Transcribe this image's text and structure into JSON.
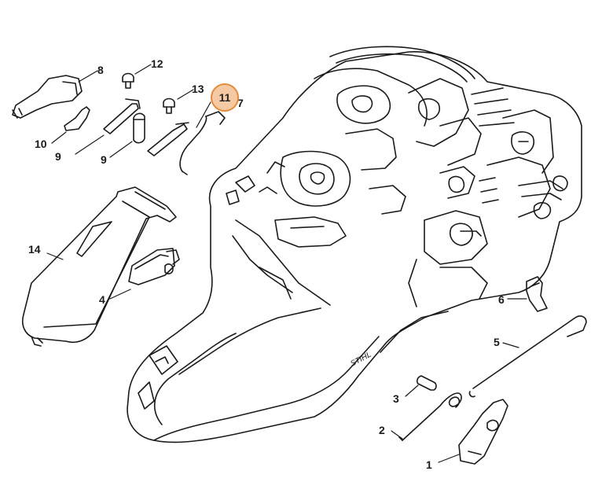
{
  "diagram": {
    "brand_mark": "STIHL",
    "highlight": {
      "label": "11",
      "color": "#e58b3e",
      "fill": "#f4c9a4"
    },
    "callouts": [
      {
        "id": "1",
        "label": "1"
      },
      {
        "id": "2",
        "label": "2"
      },
      {
        "id": "3",
        "label": "3"
      },
      {
        "id": "4",
        "label": "4"
      },
      {
        "id": "5",
        "label": "5"
      },
      {
        "id": "6",
        "label": "6"
      },
      {
        "id": "7",
        "label": "7"
      },
      {
        "id": "8",
        "label": "8"
      },
      {
        "id": "9",
        "label": "9"
      },
      {
        "id": "10",
        "label": "10"
      },
      {
        "id": "12",
        "label": "12"
      },
      {
        "id": "13a",
        "label": "13"
      },
      {
        "id": "13b",
        "label": "13"
      },
      {
        "id": "14",
        "label": "14"
      }
    ]
  }
}
